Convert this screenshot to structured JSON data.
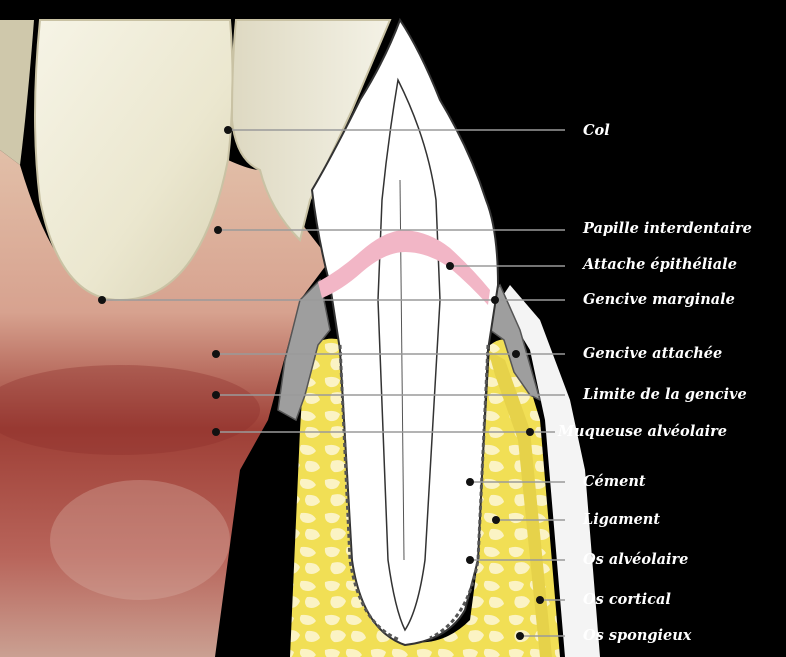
{
  "labels": {
    "col": "Col",
    "papille": "Papille interdentaire",
    "attache": "Attache épithéliale",
    "gencive_marginale": "Gencive marginale",
    "gencive_attachee": "Gencive attachée",
    "limite": "Limite de la gencive",
    "muqueuse": "Muqueuse alvéolaire",
    "cement": "Cément",
    "ligament": "Ligament",
    "os_alveolaire": "Os alvéolaire",
    "os_cortical": "Os cortical",
    "os_spongieux": "Os spongieux"
  },
  "colors": {
    "background": "#000000",
    "tooth": "#ffffff",
    "gum_photo": "#a4504a",
    "gingiva_section": "#9a9a9a",
    "epithelial_attachment": "#f2b6c6",
    "bone": "#f1df55",
    "leader": "#9a9a9a"
  }
}
